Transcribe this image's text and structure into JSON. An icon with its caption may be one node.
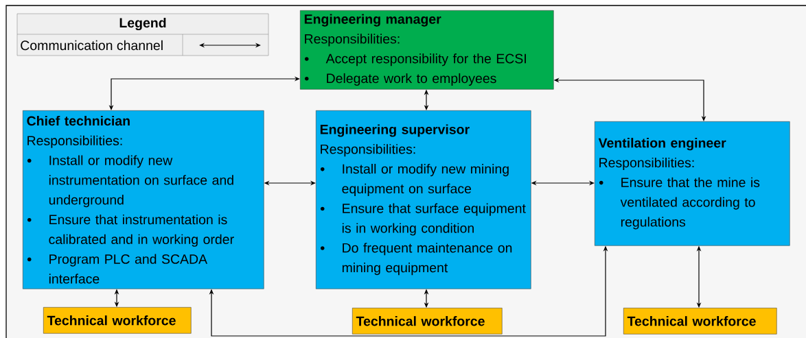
{
  "diagram": {
    "nodes": [
      {
        "text": [
          "Engineering manager",
          "Responsibilities:",
          "Accept responsibility for the ECSI",
          "Delegate work to employees"
        ]
      },
      {
        "text": [
          "Chief technician",
          "Responsibilities:",
          "Install or modify new instrumentation on surface and underground",
          "Ensure that instrumentation is calibrated and in working order",
          "Program PLC and SCADA interface"
        ]
      },
      {
        "text": [
          "Engineering supervisor",
          "Responsibilities:",
          "Install or modify new mining equipment on surface",
          "Ensure that surface equipment is in working condition",
          "Do frequent maintenance on mining equipment"
        ]
      },
      {
        "text": [
          "Ventilation engineer",
          "Responsibilities:",
          "Ensure that the mine is ventilated according to regulations"
        ]
      },
      {
        "text": [
          "Technical workforce"
        ]
      },
      {
        "text": [
          "Technical workforce"
        ]
      },
      {
        "text": [
          "Technical workforce"
        ]
      }
    ],
    "edges": [
      {
        "from": 0,
        "to": 1,
        "arrow": "both"
      },
      {
        "from": 0,
        "to": 2,
        "arrow": "both"
      },
      {
        "from": 0,
        "to": 3,
        "arrow": "both"
      },
      {
        "from": 1,
        "to": 2,
        "arrow": "both"
      },
      {
        "from": 2,
        "to": 3,
        "arrow": "both"
      },
      {
        "from": 1,
        "to": 3,
        "arrow": "both"
      },
      {
        "from": 1,
        "to": 4,
        "arrow": "both"
      },
      {
        "from": 2,
        "to": 5,
        "arrow": "both"
      },
      {
        "from": 3,
        "to": 6,
        "arrow": "both"
      }
    ],
    "labels": [
      "Legend"
    ],
    "legend": [
      {
        "text": "Communication channel"
      }
    ]
  }
}
